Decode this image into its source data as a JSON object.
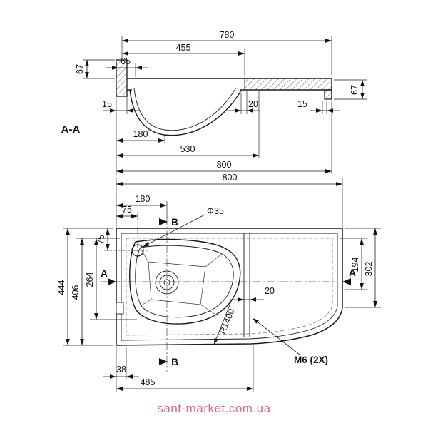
{
  "watermark": {
    "text": "sant-market.com.ua"
  },
  "section": {
    "title": "A-A",
    "dims": {
      "w780": "780",
      "w455": "455",
      "h67_left": "67",
      "w65": "65",
      "h67_right": "67",
      "w15_left": "15",
      "w20": "20",
      "w15_right": "15",
      "w180": "180",
      "w530": "530",
      "w800": "800"
    }
  },
  "plan": {
    "dims": {
      "w800": "800",
      "w180": "180",
      "w75_top": "75",
      "v75_left": "75",
      "v444": "444",
      "v406": "406",
      "v264": "264",
      "v194": "194",
      "v302": "302",
      "g20": "20",
      "w38": "38",
      "w485": "485",
      "hole_dia": "Φ35",
      "radius": "R1400",
      "thread": "M6 (2X)"
    },
    "markers": {
      "a": "A",
      "b": "B"
    }
  }
}
